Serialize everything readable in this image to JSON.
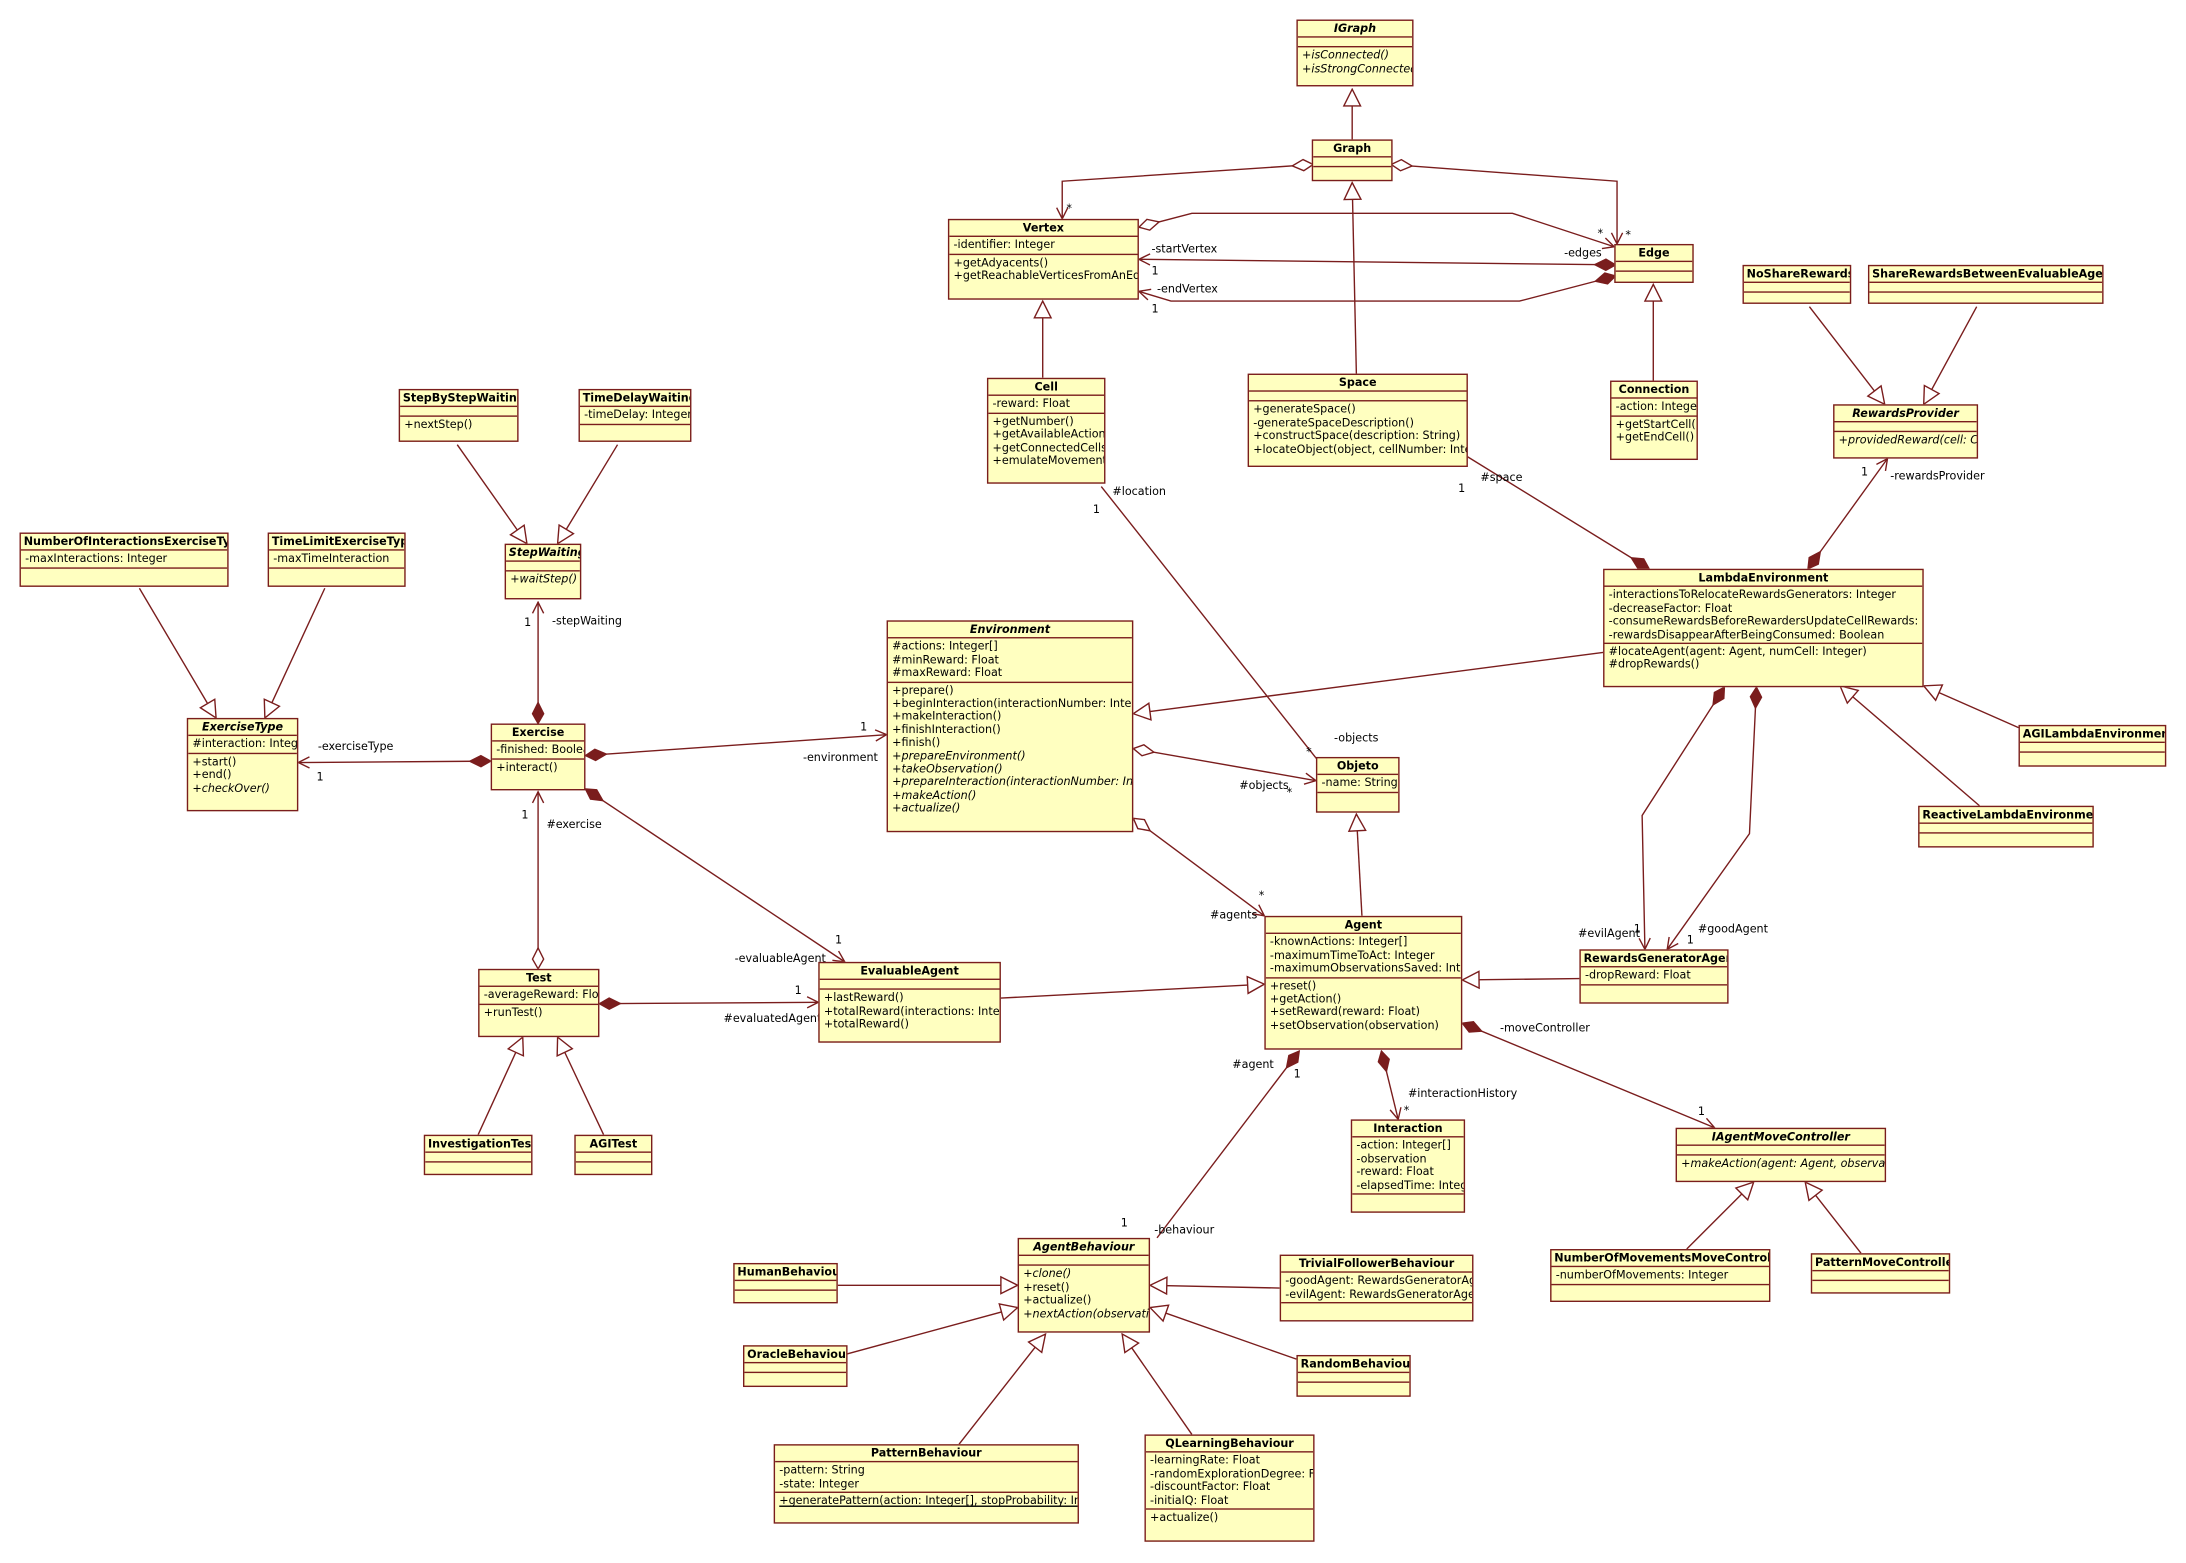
{
  "classes": {
    "IGraph": {
      "name": "IGraph",
      "abstract": true,
      "attributes": [],
      "operations": [
        {
          "t": "+isConnected()",
          "i": true
        },
        {
          "t": "+isStrongConnected()",
          "i": true
        }
      ]
    },
    "Graph": {
      "name": "Graph",
      "attributes": [],
      "operations": []
    },
    "Vertex": {
      "name": "Vertex",
      "attributes": [
        {
          "t": "-identifier: Integer"
        }
      ],
      "operations": [
        {
          "t": "+getAdyacents()"
        },
        {
          "t": "+getReachableVerticesFromAnEdge()"
        }
      ]
    },
    "Edge": {
      "name": "Edge",
      "attributes": [],
      "operations": []
    },
    "NoShareRewards": {
      "name": "NoShareRewards",
      "attributes": [],
      "operations": []
    },
    "ShareRewards": {
      "name": "ShareRewardsBetweenEvaluableAgents",
      "attributes": [],
      "operations": []
    },
    "Cell": {
      "name": "Cell",
      "attributes": [
        {
          "t": "-reward: Float"
        }
      ],
      "operations": [
        {
          "t": "+getNumber()"
        },
        {
          "t": "+getAvailableActions()"
        },
        {
          "t": "+getConnectedCells()"
        },
        {
          "t": "+emulateMovement()"
        }
      ]
    },
    "Space": {
      "name": "Space",
      "attributes": [],
      "operations": [
        {
          "t": "+generateSpace()"
        },
        {
          "t": "-generateSpaceDescription()"
        },
        {
          "t": "+constructSpace(description: String)"
        },
        {
          "t": "+locateObject(object, cellNumber: Integer)"
        }
      ]
    },
    "Connection": {
      "name": "Connection",
      "attributes": [
        {
          "t": "-action: Integer"
        }
      ],
      "operations": [
        {
          "t": "+getStartCell()"
        },
        {
          "t": "+getEndCell()"
        }
      ]
    },
    "RewardsProvider": {
      "name": "RewardsProvider",
      "abstract": true,
      "attributes": [],
      "operations": [
        {
          "t": "+providedReward(cell: Cell)",
          "i": true
        }
      ]
    },
    "StepByStepWaiting": {
      "name": "StepByStepWaiting",
      "attributes": [],
      "operations": [
        {
          "t": "+nextStep()"
        }
      ]
    },
    "TimeDelayWaiting": {
      "name": "TimeDelayWaiting",
      "attributes": [
        {
          "t": "-timeDelay: Integer"
        }
      ],
      "operations": []
    },
    "NumberOfInteractionsExerciseType": {
      "name": "NumberOfInteractionsExerciseType",
      "attributes": [
        {
          "t": "-maxInteractions: Integer"
        }
      ],
      "operations": []
    },
    "TimeLimitExerciseType": {
      "name": "TimeLimitExerciseType",
      "attributes": [
        {
          "t": "-maxTimeInteraction"
        }
      ],
      "operations": []
    },
    "StepWaiting": {
      "name": "StepWaiting",
      "abstract": true,
      "attributes": [],
      "operations": [
        {
          "t": "+waitStep()",
          "i": true
        }
      ]
    },
    "LambdaEnvironment": {
      "name": "LambdaEnvironment",
      "attributes": [
        {
          "t": "-interactionsToRelocateRewardsGenerators: Integer"
        },
        {
          "t": "-decreaseFactor: Float"
        },
        {
          "t": "-consumeRewardsBeforeRewardersUpdateCellRewards: Boolean"
        },
        {
          "t": "-rewardsDisappearAfterBeingConsumed: Boolean"
        }
      ],
      "operations": [
        {
          "t": "#locateAgent(agent: Agent, numCell: Integer)"
        },
        {
          "t": "#dropRewards()"
        }
      ]
    },
    "Environment": {
      "name": "Environment",
      "abstract": true,
      "attributes": [
        {
          "t": "#actions: Integer[]"
        },
        {
          "t": "#minReward: Float"
        },
        {
          "t": "#maxReward: Float"
        }
      ],
      "operations": [
        {
          "t": "+prepare()"
        },
        {
          "t": "+beginInteraction(interactionNumber: Integer)"
        },
        {
          "t": "+makeInteraction()"
        },
        {
          "t": "+finishInteraction()"
        },
        {
          "t": "+finish()"
        },
        {
          "t": "+prepareEnvironment()",
          "i": true
        },
        {
          "t": "+takeObservation()",
          "i": true
        },
        {
          "t": "+prepareInteraction(interactionNumber: Integer)",
          "i": true
        },
        {
          "t": "+makeAction()",
          "i": true
        },
        {
          "t": "+actualize()",
          "i": true
        }
      ]
    },
    "ExerciseType": {
      "name": "ExerciseType",
      "abstract": true,
      "attributes": [
        {
          "t": "#interaction: Integer"
        }
      ],
      "operations": [
        {
          "t": "+start()"
        },
        {
          "t": "+end()"
        },
        {
          "t": "+checkOver()",
          "i": true
        }
      ]
    },
    "Exercise": {
      "name": "Exercise",
      "attributes": [
        {
          "t": "-finished: Boolean"
        }
      ],
      "operations": [
        {
          "t": "+interact()"
        }
      ]
    },
    "AGILambdaEnvironment": {
      "name": "AGILambdaEnvironment",
      "attributes": [],
      "operations": []
    },
    "Objeto": {
      "name": "Objeto",
      "attributes": [
        {
          "t": "-name: String"
        }
      ],
      "operations": []
    },
    "ReactiveLambdaEnvironment": {
      "name": "ReactiveLambdaEnvironment",
      "attributes": [],
      "operations": []
    },
    "Agent": {
      "name": "Agent",
      "attributes": [
        {
          "t": "-knownActions: Integer[]"
        },
        {
          "t": "-maximumTimeToAct: Integer"
        },
        {
          "t": "-maximumObservationsSaved: Integer"
        }
      ],
      "operations": [
        {
          "t": "+reset()"
        },
        {
          "t": "+getAction()"
        },
        {
          "t": "+setReward(reward: Float)"
        },
        {
          "t": "+setObservation(observation)"
        }
      ]
    },
    "RewardsGeneratorAgent": {
      "name": "RewardsGeneratorAgent",
      "attributes": [
        {
          "t": "-dropReward: Float"
        }
      ],
      "operations": []
    },
    "Test": {
      "name": "Test",
      "attributes": [
        {
          "t": "-averageReward: Float"
        }
      ],
      "operations": [
        {
          "t": "+runTest()"
        }
      ]
    },
    "EvaluableAgent": {
      "name": "EvaluableAgent",
      "attributes": [],
      "operations": [
        {
          "t": "+lastReward()"
        },
        {
          "t": "+totalReward(interactions: Integer)"
        },
        {
          "t": "+totalReward()"
        }
      ]
    },
    "Interaction": {
      "name": "Interaction",
      "attributes": [
        {
          "t": "-action: Integer[]"
        },
        {
          "t": "-observation"
        },
        {
          "t": "-reward: Float"
        },
        {
          "t": "-elapsedTime: Integer"
        }
      ],
      "operations": []
    },
    "IAgentMoveController": {
      "name": "IAgentMoveController",
      "abstract": true,
      "attributes": [],
      "operations": [
        {
          "t": "+makeAction(agent: Agent, observation)",
          "i": true
        }
      ]
    },
    "InvestigationTest": {
      "name": "InvestigationTest",
      "attributes": [],
      "operations": []
    },
    "AGITest": {
      "name": "AGITest",
      "attributes": [],
      "operations": []
    },
    "AgentBehaviour": {
      "name": "AgentBehaviour",
      "abstract": true,
      "attributes": [],
      "operations": [
        {
          "t": "+clone()",
          "i": true
        },
        {
          "t": "+reset()"
        },
        {
          "t": "+actualize()"
        },
        {
          "t": "+nextAction(observation)",
          "i": true
        }
      ]
    },
    "HumanBehaviour": {
      "name": "HumanBehaviour",
      "attributes": [],
      "operations": []
    },
    "TrivialFollowerBehaviour": {
      "name": "TrivialFollowerBehaviour",
      "attributes": [
        {
          "t": "-goodAgent: RewardsGeneratorAgent"
        },
        {
          "t": "-evilAgent: RewardsGeneratorAgent"
        }
      ],
      "operations": []
    },
    "NumberOfMovementsMoveController": {
      "name": "NumberOfMovementsMoveController",
      "attributes": [
        {
          "t": "-numberOfMovements: Integer"
        }
      ],
      "operations": []
    },
    "PatternMoveController": {
      "name": "PatternMoveController",
      "attributes": [],
      "operations": []
    },
    "OracleBehaviour": {
      "name": "OracleBehaviour",
      "attributes": [],
      "operations": []
    },
    "RandomBehaviour": {
      "name": "RandomBehaviour",
      "attributes": [],
      "operations": []
    },
    "PatternBehaviour": {
      "name": "PatternBehaviour",
      "attributes": [
        {
          "t": "-pattern: String"
        },
        {
          "t": "-state: Integer"
        }
      ],
      "operations": [
        {
          "t": "+generatePattern(action: Integer[], stopProbability: Integer)",
          "u": true
        }
      ]
    },
    "QLearningBehaviour": {
      "name": "QLearningBehaviour",
      "attributes": [
        {
          "t": "-learningRate: Float"
        },
        {
          "t": "-randomExplorationDegree: Float"
        },
        {
          "t": "-discountFactor: Float"
        },
        {
          "t": "-initialQ: Float"
        }
      ],
      "operations": [
        {
          "t": "+actualize()"
        }
      ]
    }
  },
  "labels": {
    "vertex_many": "*",
    "edges_many": "*",
    "edge_many": "*",
    "start_vertex": "-startVertex",
    "start_one": "1",
    "edges_role": "-edges",
    "end_vertex": "-endVertex",
    "end_one": "1",
    "location_one": "1",
    "location_role": "#location",
    "space_one": "1",
    "space_role": "#space",
    "rp_one": "1",
    "rp_role": "-rewardsProvider",
    "sw_one": "1",
    "sw_role": "-stepWaiting",
    "et_role": "-exerciseType",
    "et_one": "1",
    "env_one": "1",
    "env_role": "-environment",
    "objects_role": "-objects",
    "objects_many": "*",
    "hobjects_role": "#objects",
    "hobjects_many": "*",
    "exercise_one": "1",
    "exercise_role": "#exercise",
    "agents_many": "*",
    "agents_role": "#agents",
    "eva_role": "-evaluableAgent",
    "eva_one": "1",
    "evil_role": "#evilAgent",
    "evil_one": "1",
    "good_one": "1",
    "good_role": "#goodAgent",
    "evaluated_one": "1",
    "evaluated_role": "#evaluatedAgent",
    "move_role": "-moveController",
    "move_one": "1",
    "agent_role": "#agent",
    "agent_one": "1",
    "ih_role": "#interactionHistory",
    "ih_many": "*",
    "beh_one": "1",
    "beh_role": "-behaviour"
  }
}
